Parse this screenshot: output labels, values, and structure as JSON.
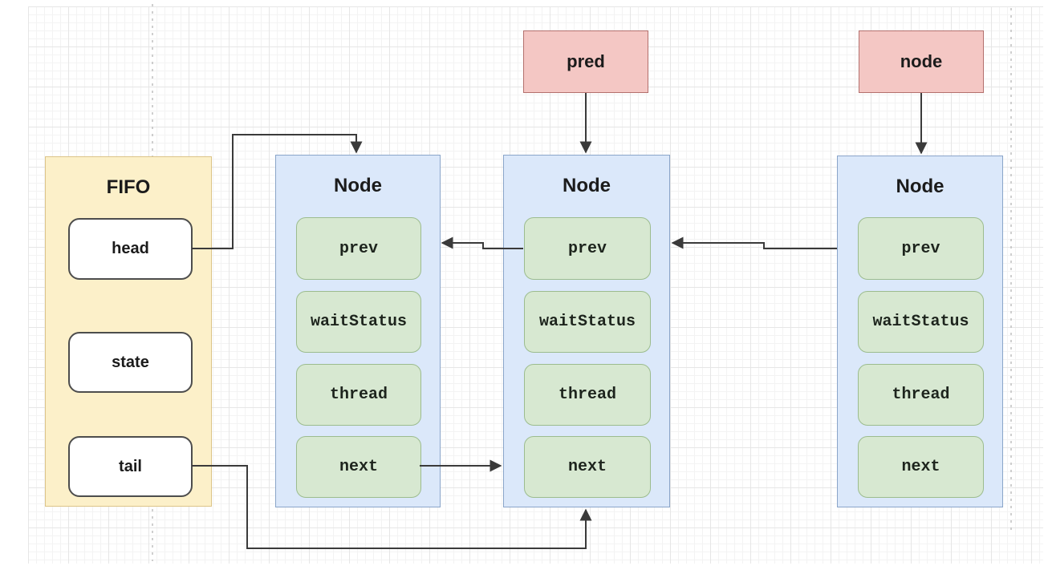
{
  "colors": {
    "background": "#ffffff",
    "grid_minor": "#f3f3f3",
    "grid_major": "#e6e6e6",
    "arrow": "#3a3a3a",
    "dashed_guide": "#bfbfbf",
    "fifo_fill": "#fcf0c9",
    "fifo_border": "#dcc488",
    "pointer_fill": "#f4c7c4",
    "pointer_border": "#b3706d",
    "node_fill": "#dbe8fa",
    "node_border": "#8aa5c9",
    "field_fill": "#d7e8d1",
    "field_border": "#9cbc8e",
    "slot_fill": "#ffffff",
    "slot_border": "#4d4d4d",
    "text": "#1b1b1b"
  },
  "fifo": {
    "title": "FIFO",
    "slots": [
      {
        "label": "head"
      },
      {
        "label": "state"
      },
      {
        "label": "tail"
      }
    ]
  },
  "pointers": [
    {
      "label": "pred"
    },
    {
      "label": "node"
    }
  ],
  "nodes": [
    {
      "title": "Node",
      "fields": [
        {
          "label": "prev"
        },
        {
          "label": "waitStatus"
        },
        {
          "label": "thread"
        },
        {
          "label": "next"
        }
      ]
    },
    {
      "title": "Node",
      "fields": [
        {
          "label": "prev"
        },
        {
          "label": "waitStatus"
        },
        {
          "label": "thread"
        },
        {
          "label": "next"
        }
      ]
    },
    {
      "title": "Node",
      "fields": [
        {
          "label": "prev"
        },
        {
          "label": "waitStatus"
        },
        {
          "label": "thread"
        },
        {
          "label": "next"
        }
      ]
    }
  ],
  "edges": [
    {
      "from": "fifo-head",
      "to": "node-1-top"
    },
    {
      "from": "pred-pointer",
      "to": "node-2-top"
    },
    {
      "from": "node-pointer",
      "to": "node-3-top"
    },
    {
      "from": "node-2-prev",
      "to": "node-1-right"
    },
    {
      "from": "node-3-prev",
      "to": "node-2-right"
    },
    {
      "from": "node-1-next",
      "to": "node-2-next"
    },
    {
      "from": "fifo-tail",
      "to": "node-2-bottom"
    }
  ]
}
